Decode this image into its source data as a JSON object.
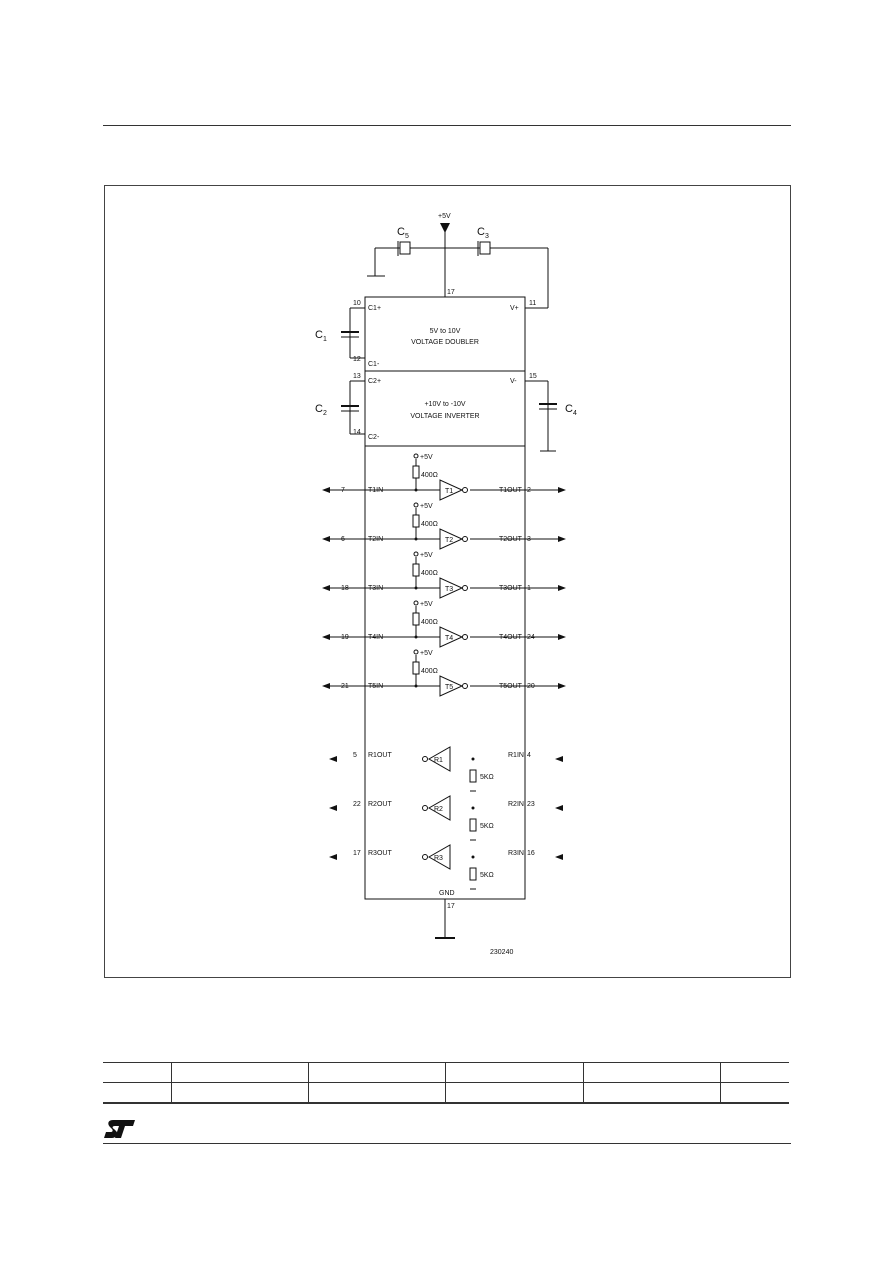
{
  "diagram": {
    "supply": "+5V",
    "ground_label": "GND",
    "figure_code": "230240",
    "blocks": [
      {
        "line1": "5V to 10V",
        "line2": "VOLTAGE DOUBLER"
      },
      {
        "line1": "+10V to -10V",
        "line2": "VOLTAGE INVERTER"
      }
    ],
    "capacitors": [
      {
        "name": "C",
        "sub": "5"
      },
      {
        "name": "C",
        "sub": "3"
      },
      {
        "name": "C",
        "sub": "1"
      },
      {
        "name": "C",
        "sub": "2"
      },
      {
        "name": "C",
        "sub": "4"
      }
    ],
    "power_pins": [
      {
        "pin": "10",
        "label": "C1+"
      },
      {
        "pin": "12",
        "label": "C1-"
      },
      {
        "pin": "13",
        "label": "C2+"
      },
      {
        "pin": "14",
        "label": "C2-"
      },
      {
        "pin": "11",
        "label": "V+"
      },
      {
        "pin": "15",
        "label": "V-"
      },
      {
        "pin": "17",
        "label": ""
      },
      {
        "pin": "17",
        "label": ""
      }
    ],
    "transmitters": [
      {
        "in_pin": "7",
        "in_label": "T1IN",
        "gate": "T1",
        "out_label": "T1OUT",
        "out_pin": "2",
        "pullup": "+5V",
        "res": "400Ω"
      },
      {
        "in_pin": "6",
        "in_label": "T2IN",
        "gate": "T2",
        "out_label": "T2OUT",
        "out_pin": "3",
        "pullup": "+5V",
        "res": "400Ω"
      },
      {
        "in_pin": "18",
        "in_label": "T3IN",
        "gate": "T3",
        "out_label": "T3OUT",
        "out_pin": "1",
        "pullup": "+5V",
        "res": "400Ω"
      },
      {
        "in_pin": "19",
        "in_label": "T4IN",
        "gate": "T4",
        "out_label": "T4OUT",
        "out_pin": "24",
        "pullup": "+5V",
        "res": "400Ω"
      },
      {
        "in_pin": "21",
        "in_label": "T5IN",
        "gate": "T5",
        "out_label": "T5OUT",
        "out_pin": "20",
        "pullup": "+5V",
        "res": "400Ω"
      }
    ],
    "receivers": [
      {
        "out_pin": "5",
        "out_label": "R1OUT",
        "gate": "R1",
        "in_label": "R1IN",
        "in_pin": "4",
        "res": "5KΩ"
      },
      {
        "out_pin": "22",
        "out_label": "R2OUT",
        "gate": "R2",
        "in_label": "R2IN",
        "in_pin": "23",
        "res": "5KΩ"
      },
      {
        "out_pin": "17",
        "out_label": "R3OUT",
        "gate": "R3",
        "in_label": "R3IN",
        "in_pin": "16",
        "res": "5KΩ"
      }
    ]
  },
  "colors": {
    "ink": "#111111"
  }
}
